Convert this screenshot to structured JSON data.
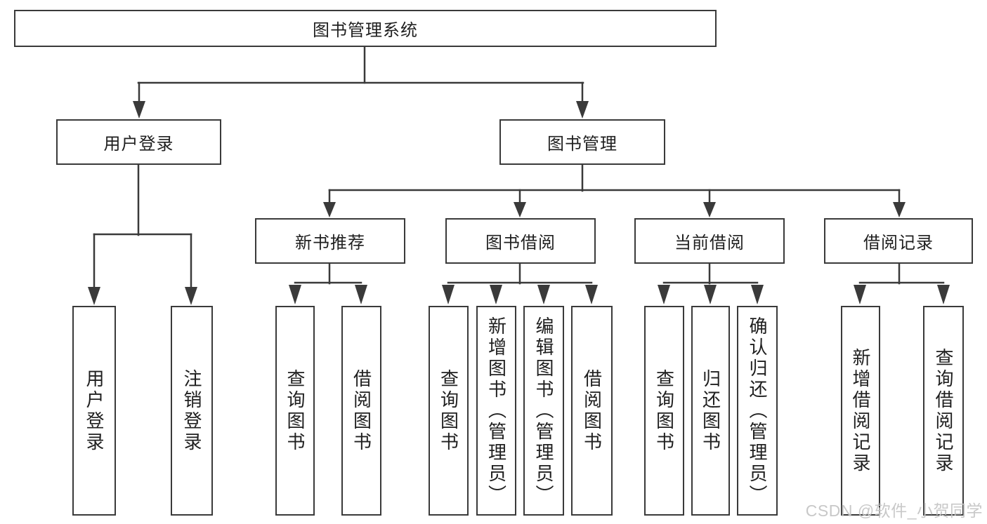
{
  "tree": {
    "label": "图书管理系统",
    "children": [
      {
        "label": "用户登录",
        "children": [
          {
            "label": "用户登录"
          },
          {
            "label": "注销登录"
          }
        ]
      },
      {
        "label": "图书管理",
        "children": [
          {
            "label": "新书推荐",
            "children": [
              {
                "label": "查询图书"
              },
              {
                "label": "借阅图书"
              }
            ]
          },
          {
            "label": "图书借阅",
            "children": [
              {
                "label": "查询图书"
              },
              {
                "label": "新增图书（管理员）"
              },
              {
                "label": "编辑图书（管理员）"
              },
              {
                "label": "借阅图书"
              }
            ]
          },
          {
            "label": "当前借阅",
            "children": [
              {
                "label": "查询图书"
              },
              {
                "label": "归还图书"
              },
              {
                "label": "确认归还（管理员）"
              }
            ]
          },
          {
            "label": "借阅记录",
            "children": [
              {
                "label": "新增借阅记录"
              },
              {
                "label": "查询借阅记录"
              }
            ]
          }
        ]
      }
    ]
  },
  "watermark": {
    "text": "CSDN @软件_小贺同学"
  },
  "colors": {
    "line": "#3a3a3a",
    "text": "#1f1f1f",
    "box_background": "#ffffff",
    "page_background": "#ffffff",
    "watermark": "#c6c6c6"
  }
}
